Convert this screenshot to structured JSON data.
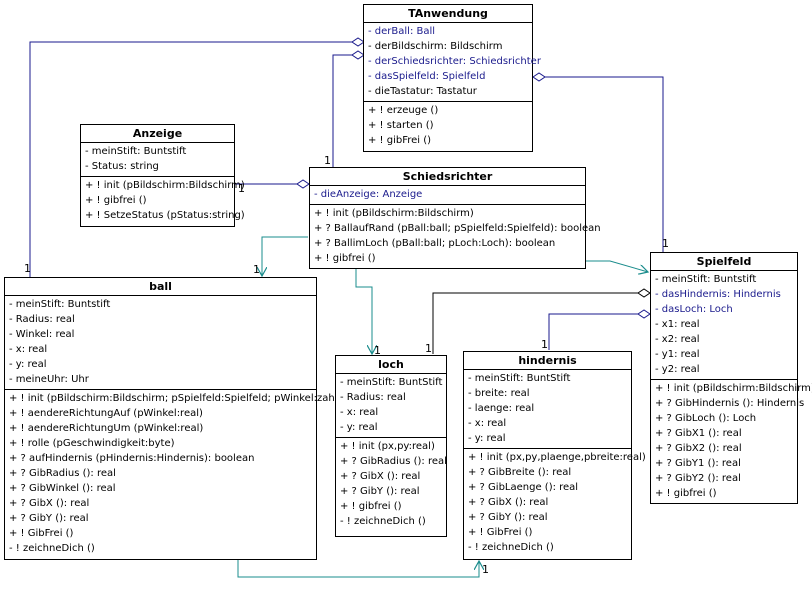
{
  "classes": {
    "tanwendung": {
      "name": "TAnwendung",
      "attributes": [
        {
          "text": "- derBall: Ball",
          "assoc": true
        },
        {
          "text": "- derBildschirm: Bildschirm",
          "assoc": false
        },
        {
          "text": "- derSchiedsrichter: Schiedsrichter",
          "assoc": true
        },
        {
          "text": "- dasSpielfeld: Spielfeld",
          "assoc": true
        },
        {
          "text": "- dieTastatur: Tastatur",
          "assoc": false
        }
      ],
      "methods": [
        "+ ! erzeuge ()",
        "+ ! starten ()",
        "+ ! gibFrei ()"
      ]
    },
    "anzeige": {
      "name": "Anzeige",
      "attributes": [
        {
          "text": "- meinStift: Buntstift",
          "assoc": false
        },
        {
          "text": "- Status: string",
          "assoc": false
        }
      ],
      "methods": [
        "+ ! init (pBildschirm:Bildschirm)",
        "+ ! gibfrei ()",
        "+ ! SetzeStatus (pStatus:string)"
      ]
    },
    "schiedsrichter": {
      "name": "Schiedsrichter",
      "attributes": [
        {
          "text": "- dieAnzeige: Anzeige",
          "assoc": true
        }
      ],
      "methods": [
        "+ ! init (pBildschirm:Bildschirm)",
        "+ ? BallaufRand (pBall:ball; pSpielfeld:Spielfeld): boolean",
        "+ ? BallimLoch (pBall:ball; pLoch:Loch): boolean",
        "+ ! gibfrei ()"
      ]
    },
    "ball": {
      "name": "ball",
      "attributes": [
        {
          "text": "- meinStift: Buntstift",
          "assoc": false
        },
        {
          "text": "- Radius: real",
          "assoc": false
        },
        {
          "text": "- Winkel: real",
          "assoc": false
        },
        {
          "text": "- x: real",
          "assoc": false
        },
        {
          "text": "- y: real",
          "assoc": false
        },
        {
          "text": "- meineUhr: Uhr",
          "assoc": false
        }
      ],
      "methods": [
        "+ ! init (pBildschirm:Bildschirm; pSpielfeld:Spielfeld; pWinkel:zahl)",
        "+ ! aendereRichtungAuf (pWinkel:real)",
        "+ ! aendereRichtungUm (pWinkel:real)",
        "+ ! rolle (pGeschwindigkeit:byte)",
        "+ ? aufHindernis (pHindernis:Hindernis): boolean",
        "+ ? GibRadius (): real",
        "+ ? GibWinkel (): real",
        "+ ? GibX (): real",
        "+ ? GibY (): real",
        "+ ! GibFrei ()",
        "- ! zeichneDich ()"
      ]
    },
    "loch": {
      "name": "loch",
      "attributes": [
        {
          "text": "- meinStift: BuntStift",
          "assoc": false
        },
        {
          "text": "- Radius: real",
          "assoc": false
        },
        {
          "text": "- x: real",
          "assoc": false
        },
        {
          "text": "- y: real",
          "assoc": false
        }
      ],
      "methods": [
        "+ ! init (px,py:real)",
        "+ ? GibRadius (): real",
        "+ ? GibX (): real",
        "+ ? GibY (): real",
        "+ ! gibfrei ()",
        "- ! zeichneDich ()"
      ]
    },
    "hindernis": {
      "name": "hindernis",
      "attributes": [
        {
          "text": "- meinStift: BuntStift",
          "assoc": false
        },
        {
          "text": "- breite: real",
          "assoc": false
        },
        {
          "text": "- laenge: real",
          "assoc": false
        },
        {
          "text": "- x: real",
          "assoc": false
        },
        {
          "text": "- y: real",
          "assoc": false
        }
      ],
      "methods": [
        "+ ! init (px,py,plaenge,pbreite:real)",
        "+ ? GibBreite (): real",
        "+ ? GibLaenge (): real",
        "+ ? GibX (): real",
        "+ ? GibY (): real",
        "+ ! GibFrei ()",
        "- ! zeichneDich ()"
      ]
    },
    "spielfeld": {
      "name": "Spielfeld",
      "attributes": [
        {
          "text": "- meinStift: Buntstift",
          "assoc": false
        },
        {
          "text": "- dasHindernis: Hindernis",
          "assoc": true
        },
        {
          "text": "- dasLoch: Loch",
          "assoc": true
        },
        {
          "text": "- x1: real",
          "assoc": false
        },
        {
          "text": "- x2: real",
          "assoc": false
        },
        {
          "text": "- y1: real",
          "assoc": false
        },
        {
          "text": "- y2: real",
          "assoc": false
        }
      ],
      "methods": [
        "+ ! init (pBildschirm:Bildschirm)",
        "+ ? GibHindernis (): Hindernis",
        "+ ? GibLoch (): Loch",
        "+ ? GibX1 (): real",
        "+ ? GibX2 (): real",
        "+ ? GibY1 (): real",
        "+ ? GibY2 (): real",
        "+ ! gibfrei ()"
      ]
    }
  },
  "multiplicities": {
    "ball_tanwendung": "1",
    "schiedsrichter_tanwendung": "1",
    "spielfeld_tanwendung": "1",
    "anzeige_schiedsrichter": "1",
    "ball_schiedsrichter": "1",
    "loch_schiedsrichter": "1",
    "loch_spielfeld": "1",
    "hindernis_spielfeld": "1",
    "hindernis_ball": "1"
  },
  "colors": {
    "composition": "#1a1a8c",
    "dependency": "#1a8c8c"
  }
}
